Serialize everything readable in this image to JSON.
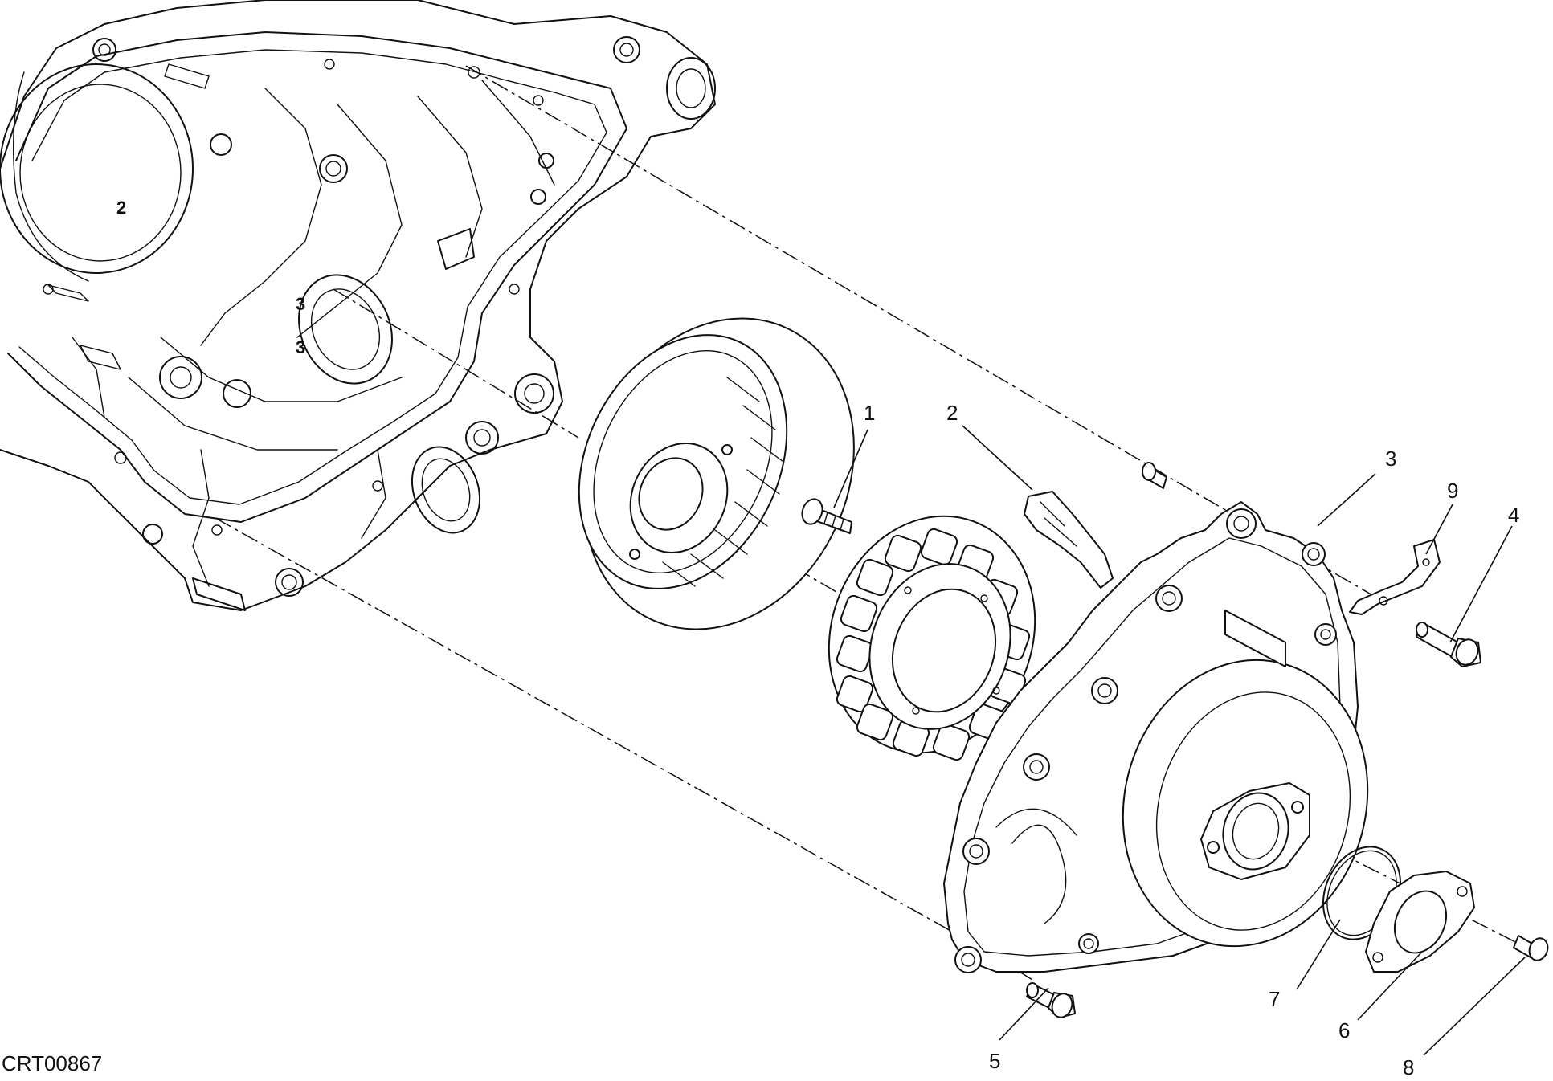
{
  "drawing_code": "CRT00867",
  "callouts": [
    "1",
    "2",
    "3",
    "4",
    "5",
    "6",
    "7",
    "8",
    "9"
  ],
  "casting_marks": [
    "2",
    "3",
    "3"
  ]
}
